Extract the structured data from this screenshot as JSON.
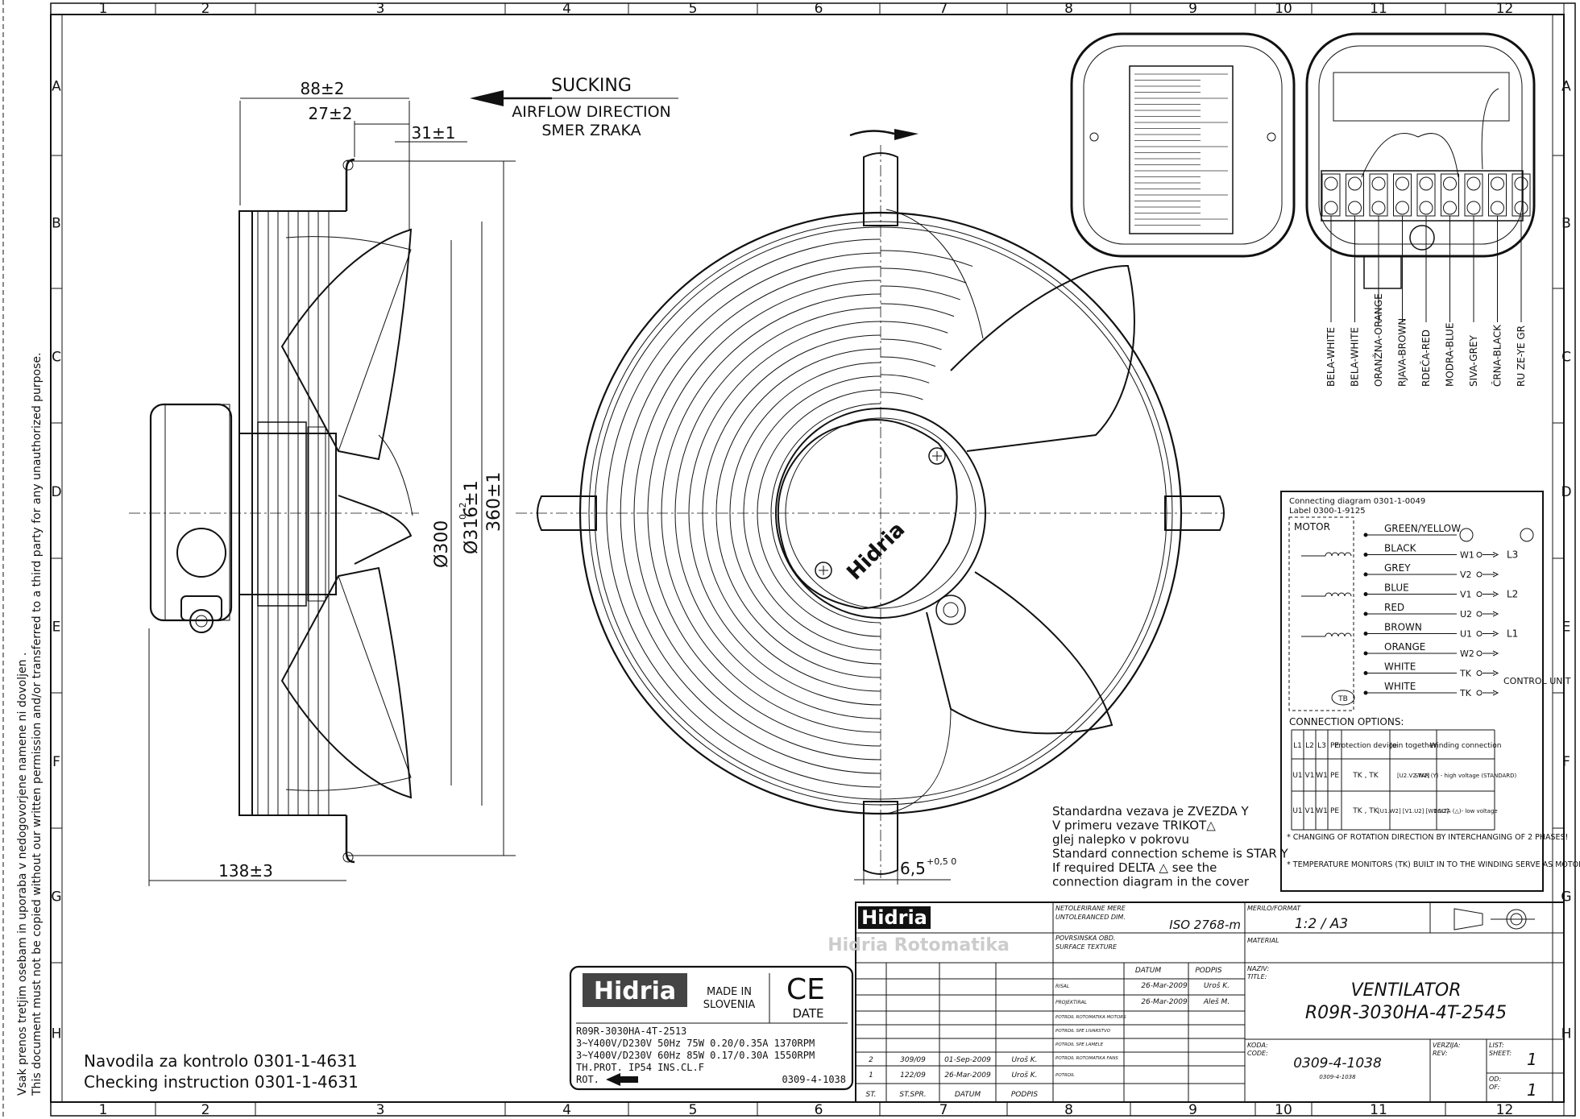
{
  "frame": {
    "columns": [
      "1",
      "2",
      "3",
      "4",
      "5",
      "6",
      "7",
      "8",
      "9",
      "10",
      "11",
      "12"
    ],
    "rows": [
      "A",
      "B",
      "C",
      "D",
      "E",
      "F",
      "G",
      "H"
    ]
  },
  "side_text": {
    "line1": "Vsak prenos tretjim osebam in uporaba v nedogovorjene namene ni dovoljen .",
    "line2": "This document must not be copied without our written permission and/or transferred to a third party for any unauthorized purpose."
  },
  "airflow": {
    "sucking": "SUCKING",
    "direction": "AIRFLOW DIRECTION",
    "smer": "SMER ZRAKA"
  },
  "dimensions": {
    "d88": "88±2",
    "d27": "27±2",
    "d31": "31±1",
    "d138": "138±3",
    "d300": "Ø300",
    "d300_tol": "0 -2",
    "d316": "Ø316±1",
    "d360": "360±1",
    "d65": "6,5",
    "d65_tol": "+0,5 0"
  },
  "brand": "Hidria",
  "wire_labels": [
    "BELA-WHITE",
    "BELA-WHITE",
    "ORANŽNA-ORANGE",
    "RJAVA-BROWN",
    "RDEČA-RED",
    "MODRA-BLUE",
    "SIVA-GREY",
    "ČRNA-BLACK",
    "RU ZE-YE GR"
  ],
  "connection": {
    "title1": "Connecting diagram 0301-1-0049",
    "title2": "Label 0300-1-9125",
    "motor": "MOTOR",
    "wires": [
      "GREEN/YELLOW",
      "BLACK",
      "GREY",
      "BLUE",
      "RED",
      "BROWN",
      "ORANGE",
      "WHITE",
      "WHITE"
    ],
    "terminals": [
      "W1",
      "V2",
      "V1",
      "U2",
      "U1",
      "W2",
      "TK",
      "TK"
    ],
    "lines": [
      "L3",
      "L2",
      "L1"
    ],
    "control": "CONTROL UNIT",
    "tb": "TB",
    "options_title": "CONNECTION OPTIONS:",
    "table_headers": [
      "L1",
      "L2",
      "L3",
      "PE",
      "Protection device",
      "Join together",
      "Winding connection"
    ],
    "table_rows": [
      [
        "U1",
        "V1",
        "W1",
        "PE",
        "TK , TK",
        "[U2.V2.W2]",
        "STAR (Y) - high voltage (STANDARD)"
      ],
      [
        "U1",
        "V1",
        "W1",
        "PE",
        "TK , TK",
        "[U1.W2] [V1.U2] [W1.V2]",
        "DELTA (△)- low voltage"
      ]
    ],
    "note1": "* CHANGING OF ROTATION DIRECTION BY INTERCHANGING OF 2 PHASES!",
    "note2": "* TEMPERATURE MONITORS (TK) BUILT IN TO THE WINDING SERVE AS MOTOR CUT-OUT SWITCH AND MUST BE CONNECTED TO THE OUTSIDE CONTROL UNIT!"
  },
  "standard_note": [
    "Standardna vezava je ZVEZDA Y",
    "V primeru vezave TRIKOT△",
    "glej nalepko v pokrovu",
    "Standard connection scheme is STAR Y",
    "If required DELTA △ see the",
    "connection diagram in the cover"
  ],
  "label_plate": {
    "made_in": "MADE IN",
    "slovenia": "SLOVENIA",
    "ce": "CE",
    "date": "DATE",
    "l1": "R09R-3030HA-4T-2513",
    "l2": "3~Y400V/D230V 50Hz 75W 0.20/0.35A 1370RPM",
    "l3": "3~Y400V/D230V 60Hz 85W 0.17/0.30A 1550RPM",
    "l4": "TH.PROT. IP54 INS.CL.F",
    "rot": "ROT.",
    "code": "0309-4-1038"
  },
  "checking": {
    "l1": "Navodila za kontrolo   0301-1-4631",
    "l2": "Checking instruction   0301-1-4631"
  },
  "title_block": {
    "rotomatika": "Hidria Rotomatika",
    "netolerirane": "NETOLERIRANE MERE",
    "untoleranced": "UNTOLERANCED DIM.",
    "iso": "ISO 2768-m",
    "merilo": "MERILO/FORMAT",
    "scale": "1:2 / A3",
    "material": "MATERIAL",
    "povrsinska": "POVRSINSKA OBD.",
    "surface": "SURFACE TEXTURE",
    "datum_h": "DATUM",
    "podpis_h": "PODPIS",
    "risal": "RISAL",
    "risal_date": "26-Mar-2009",
    "risal_who": "Uroš K.",
    "projektiral": "PROJEKTIRAL",
    "proj_date": "26-Mar-2009",
    "proj_who": "Aleš M.",
    "potrdil1": "POTRDIL ROTOMATIKA MOTORS",
    "potrdil2": "POTRDIL SPE LIVARSTVO",
    "potrdil3": "POTRDIL SPE LAMELE",
    "potrdil4": "POTRDIL ROTOMATIKA FANS",
    "potrdil5": "POTRDIL",
    "revisions": [
      [
        "2",
        "309/09",
        "01-Sep-2009",
        "Uroš K."
      ],
      [
        "1",
        "122/09",
        "26-Mar-2009",
        "Uroš K."
      ]
    ],
    "rev_headers": [
      "ST.",
      "ST.SPR.",
      "DATUM",
      "PODPIS"
    ],
    "naziv": "NAZIV:",
    "title_lbl": "TITLE:",
    "title1": "VENTILATOR",
    "title2": "R09R-3030HA-4T-2545",
    "koda": "KODA:",
    "code_lbl": "CODE:",
    "code": "0309-4-1038",
    "code_small": "0309-4-1038",
    "verzija": "VERZIJA:",
    "rev_lbl": "REV:",
    "list": "LIST:",
    "sheet": "SHEET:",
    "sheet_no": "1",
    "od": "OD:",
    "of": "OF:",
    "of_no": "1"
  }
}
